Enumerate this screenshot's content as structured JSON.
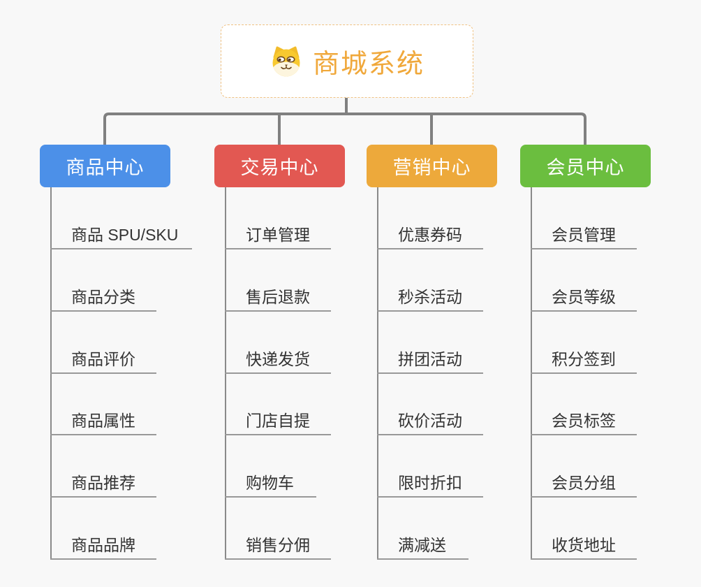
{
  "root": {
    "title": "商城系统",
    "icon": "shiba-dog-icon",
    "title_color": "#F0A83B",
    "border_color": "#EFC182"
  },
  "branches": [
    {
      "id": "product-center",
      "label": "商品中心",
      "color": "#4C90E8",
      "items": [
        "商品 SPU/SKU",
        "商品分类",
        "商品评价",
        "商品属性",
        "商品推荐",
        "商品品牌"
      ]
    },
    {
      "id": "trade-center",
      "label": "交易中心",
      "color": "#E25852",
      "items": [
        "订单管理",
        "售后退款",
        "快递发货",
        "门店自提",
        "购物车",
        "销售分佣"
      ]
    },
    {
      "id": "marketing-center",
      "label": "营销中心",
      "color": "#EDA93B",
      "items": [
        "优惠券码",
        "秒杀活动",
        "拼团活动",
        "砍价活动",
        "限时折扣",
        "满减送"
      ]
    },
    {
      "id": "member-center",
      "label": "会员中心",
      "color": "#6BBE3F",
      "items": [
        "会员管理",
        "会员等级",
        "积分签到",
        "会员标签",
        "会员分组",
        "收货地址"
      ]
    }
  ],
  "colors": {
    "background": "#F8F8F8",
    "connector": "#808080",
    "column_line": "#8A8A8A",
    "underline": "#999999",
    "leaf_text": "#333333"
  }
}
